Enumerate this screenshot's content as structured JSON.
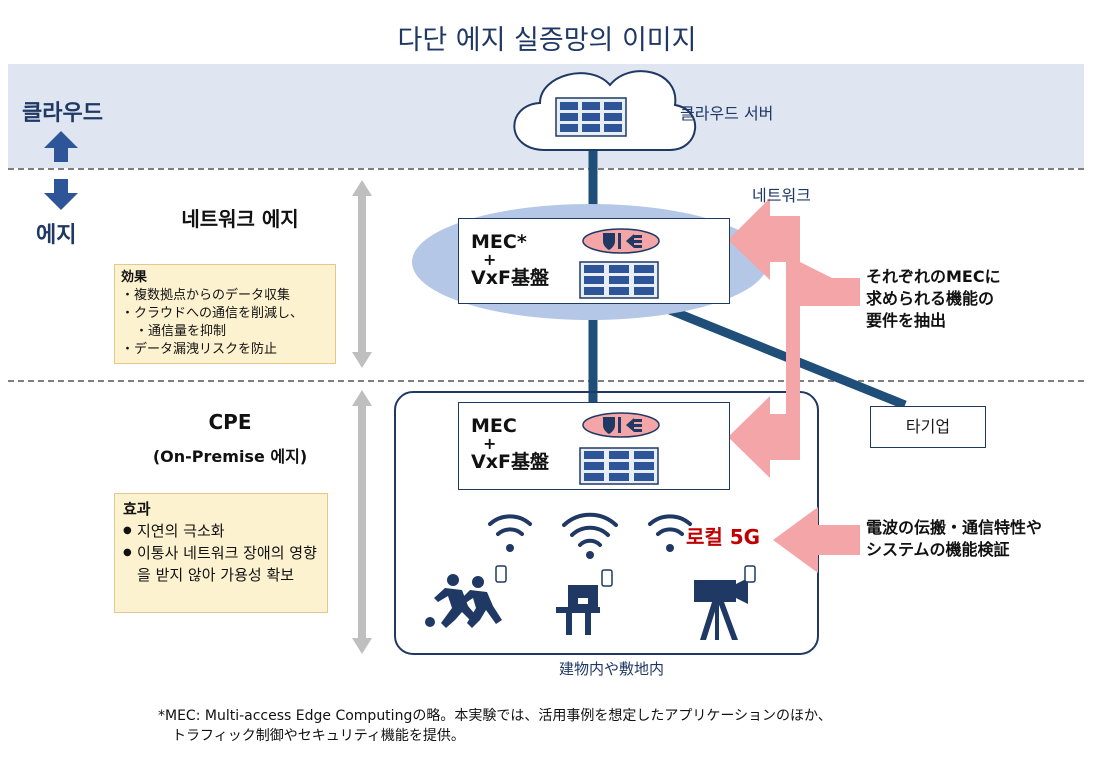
{
  "title": "다단 에지 실증망의 이미지",
  "tiers": {
    "cloud": "클라우드",
    "edge": "에지"
  },
  "cloud": {
    "server_label": "클라우드 서버",
    "network_label": "네트워크"
  },
  "network_edge": {
    "title": "네트워크 에지",
    "effects_header": "効果",
    "effects": [
      "複数拠点からのデータ収集",
      "クラウドへの通信を削減し、",
      "通信量を抑制",
      "データ漏洩リスクを防止"
    ],
    "mec_line1": "MEC*",
    "mec_plus": "+",
    "mec_line2": "VxF基盤"
  },
  "cpe": {
    "title": "CPE",
    "subtitle": "(On-Premise 에지)",
    "effects_header": "효과",
    "effects": [
      "지연의 극소화",
      "이통사 네트워크 장애의 영향을 받지 않아 가용성 확보"
    ],
    "mec_line1": "MEC",
    "mec_plus": "+",
    "mec_line2": "VxF基盤",
    "local_5g": "로컬 5G",
    "site_label": "建物内や敷地内"
  },
  "other_company": "타기업",
  "callouts": {
    "requirements": [
      "それぞれのMECに",
      "求められる機能の",
      "要件を抽出"
    ],
    "verification": [
      "電波の伝搬・通信特性や",
      "システムの機能検証"
    ]
  },
  "footnote": [
    "*MEC: Multi-access Edge Computingの略。本実験では、活用事例を想定したアプリケーションのほか、",
    "トラフィック制御やセキュリティ機能を提供。"
  ],
  "colors": {
    "navy": "#1f3864",
    "link": "#1f4e79",
    "arrow_pink": "#f4a5a8",
    "ellipse": "#b4c7e7",
    "cloud_band": "#dfe6f1",
    "note_fill": "#fdf2d0",
    "local5g_red": "#c00000"
  }
}
